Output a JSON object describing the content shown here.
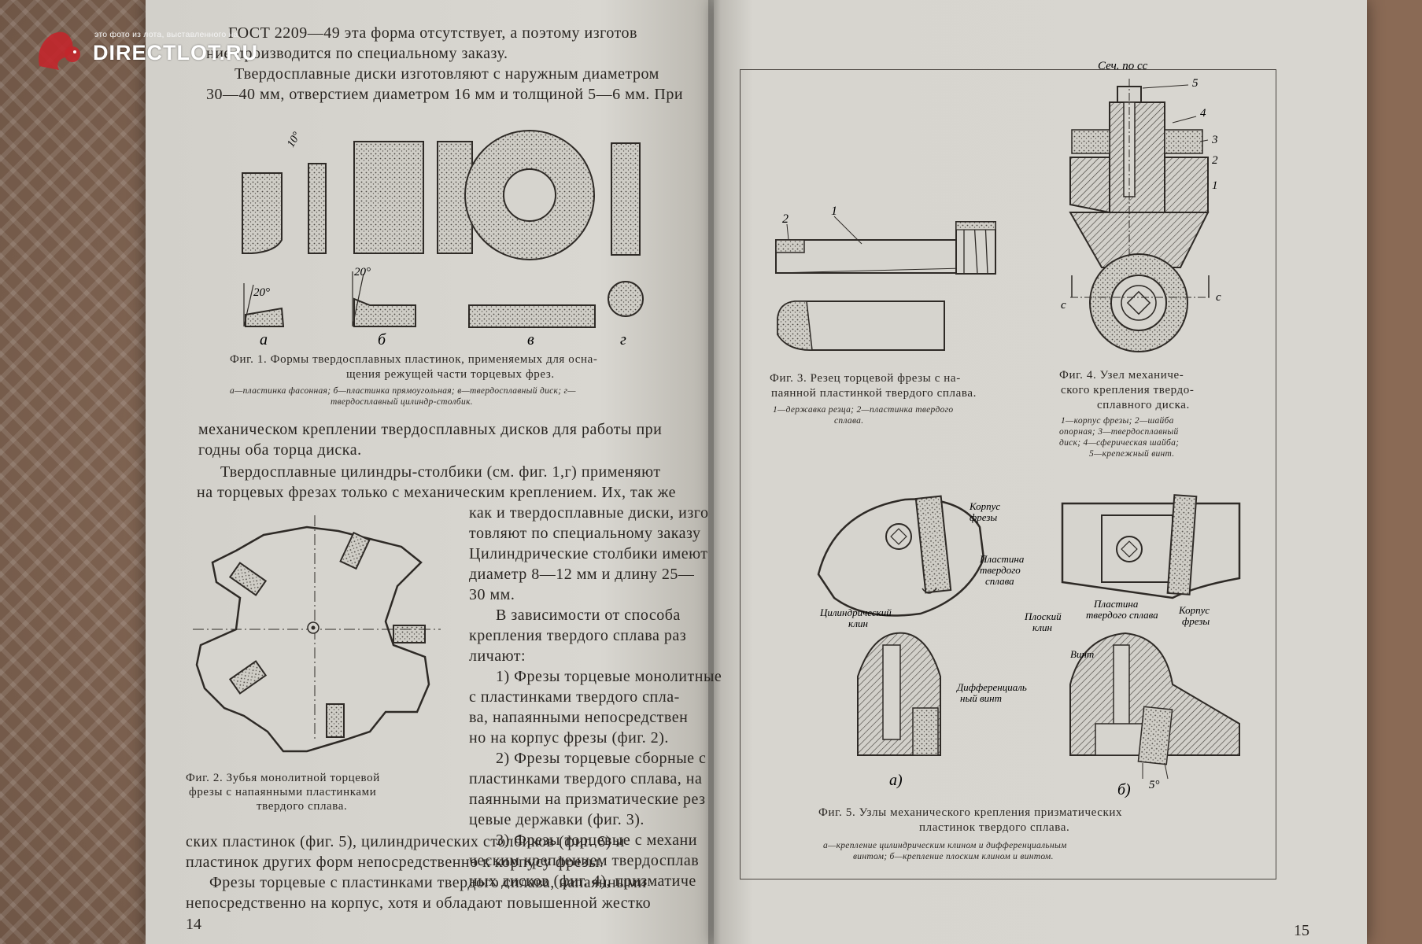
{
  "watermark": {
    "small": "это фото из лота, выставленного на",
    "brand": "DIRECTLOT.RU"
  },
  "left_page": {
    "top_lines": [
      "ГОСТ 2209—49 эта форма отсутствует, а поэтому изготов",
      "ние производится по специальному заказу.",
      "Твердосплавные диски изготовляют с наружным диаметром",
      "30—40 мм, отверстием диаметром 16 мм и толщиной 5—6 мм. При"
    ],
    "fig1_angles": [
      "10°",
      "20°",
      "20°"
    ],
    "fig1_letters": [
      "а",
      "б",
      "в",
      "г"
    ],
    "fig1_caption": [
      "Фиг. 1. Формы твердосплавных пластинок, применяемых для осна-",
      "щения режущей части торцевых фрез."
    ],
    "fig1_legend": [
      "а—пластинка фасонная; б—пластинка прямоугольная; в—твердосплавный диск; г—",
      "твердосплавный цилиндр-столбик."
    ],
    "mid_lines": [
      "механическом креплении твердосплавных дисков для работы при",
      "годны оба торца диска.",
      "Твердосплавные цилиндры-столбики (см. фиг. 1,г) применяют",
      "на торцевых фрезах только с механическим креплением. Их, так же"
    ],
    "right_column": [
      "как и твердосплавные диски, изго",
      "товляют по специальному заказу",
      "Цилиндрические столбики имеют",
      "диаметр 8—12 мм и длину 25—",
      "30 мм.",
      "В зависимости от способа",
      "крепления твердого сплава раз",
      "личают:",
      "1) Фрезы торцевые монолитные",
      "с пластинками твердого спла-",
      "ва, напаянными непосредствен",
      "но на корпус фрезы (фиг. 2).",
      "2) Фрезы торцевые сборные с",
      "пластинками твердого сплава, на",
      "паянными на призматические рез",
      "цевые державки (фиг. 3).",
      "3) Фрезы торцевые с механи",
      "ческим креплением твердосплав",
      "ных дисков (фиг. 4), призматиче"
    ],
    "fig2_caption": [
      "Фиг. 2. Зубья монолитной торцевой",
      "фрезы с напаянными пластинками",
      "твердого сплава."
    ],
    "bottom_lines": [
      "ских пластинок (фиг. 5), цилиндрических столбиков (фиг. 6) и",
      "пластинок других форм непосредственно к корпусу фрезы.",
      "Фрезы торцевые с пластинками твердого сплава, напаянными",
      "непосредственно на корпус, хотя и обладают повышенной жестко"
    ],
    "page_number": "14"
  },
  "right_page": {
    "fig3_labels": [
      "2",
      "1"
    ],
    "fig3_caption": [
      "Фиг. 3. Резец торцевой фрезы с на-",
      "паянной пластинкой твердого сплава."
    ],
    "fig3_legend": [
      "1—державка резца; 2—пластинка твердого",
      "сплава."
    ],
    "fig4_section": "Сеч. по сс",
    "fig4_numbers": [
      "5",
      "4",
      "3",
      "2",
      "1"
    ],
    "fig4_cut": [
      "с",
      "с"
    ],
    "fig4_caption": [
      "Фиг. 4. Узел механиче-",
      "ского крепления твердо-",
      "сплавного диска."
    ],
    "fig4_legend": [
      "1—корпус фрезы; 2—шайба",
      "опорная; 3—твердосплавный",
      "диск; 4—сферическая шайба;",
      "5—крепежный винт."
    ],
    "fig5_labels": {
      "body_a": "Корпус фрезы",
      "plate_a": "Пластина твердого сплава",
      "wedge_a": "Цилиндрический клин",
      "diff_screw": "Дифференциальный винт",
      "flat_wedge": "Плоский клин",
      "plate_b": "Пластина твердого сплава",
      "body_b": "Корпус фрезы",
      "screw": "Винт",
      "angle": "5°",
      "sub_a": "а)",
      "sub_b": "б)"
    },
    "fig5_caption": [
      "Фиг. 5. Узлы механического крепления призматических",
      "пластинок твердого сплава."
    ],
    "fig5_legend": [
      "а—крепление цилиндрическим клином и дифференциальным",
      "винтом; б—крепление плоским клином и винтом."
    ],
    "page_number": "15"
  }
}
